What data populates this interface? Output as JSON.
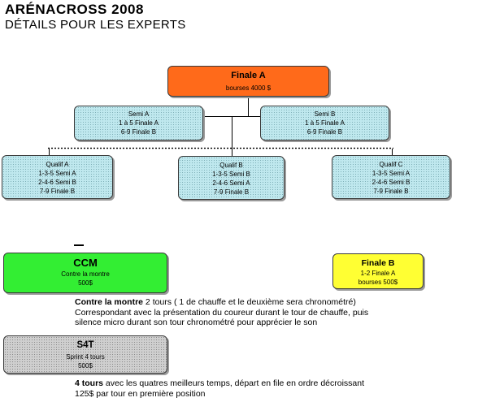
{
  "header": {
    "title": "ARÉNACROSS 2008",
    "subtitle": "DÉTAILS POUR LES EXPERTS"
  },
  "finale_a": {
    "title": "Finale A",
    "line1": "bourses 4000 $"
  },
  "semi_a": {
    "title": "Semi A",
    "line1": "1 à 5 Finale A",
    "line2": "6-9 Finale B"
  },
  "semi_b": {
    "title": "Semi B",
    "line1": "1 à 5 Finale A",
    "line2": "6-9 Finale B"
  },
  "qualif_a": {
    "title": "Qualif A",
    "line1": "1-3-5 Semi A",
    "line2": "2-4-6 Semi B",
    "line3": "7-9 Finale B"
  },
  "qualif_b": {
    "title": "Qualif B",
    "line1": "1-3-5  Semi B",
    "line2": "2-4-6 Semi A",
    "line3": "7-9 Finale B"
  },
  "qualif_c": {
    "title": "Qualif C",
    "line1": "1-3-5 Semi A",
    "line2": "2-4-6 Semi B",
    "line3": "7-9 Finale B"
  },
  "ccm": {
    "title": "CCM",
    "line1": "Contre la montre",
    "line2": "500$"
  },
  "finale_b": {
    "title": "Finale B",
    "line1": "1-2 Finale A",
    "line2": "bourses 500$"
  },
  "s4t": {
    "title": "S4T",
    "line1": "Sprint 4 tours",
    "line2": "500$"
  },
  "ccm_desc": {
    "bold": "Contre la montre",
    "rest": " 2 tours ( 1 de chauffe et le deuxième sera chronométré)",
    "line2": "Correspondant avec la présentation du coureur durant le tour de chauffe, puis",
    "line3": "silence micro durant son tour chronométré pour apprécier le son"
  },
  "s4t_desc": {
    "bold": "4 tours",
    "rest": " avec les quatres meilleurs temps, départ en file en ordre décroissant",
    "line2": "125$ par tour en première position"
  }
}
